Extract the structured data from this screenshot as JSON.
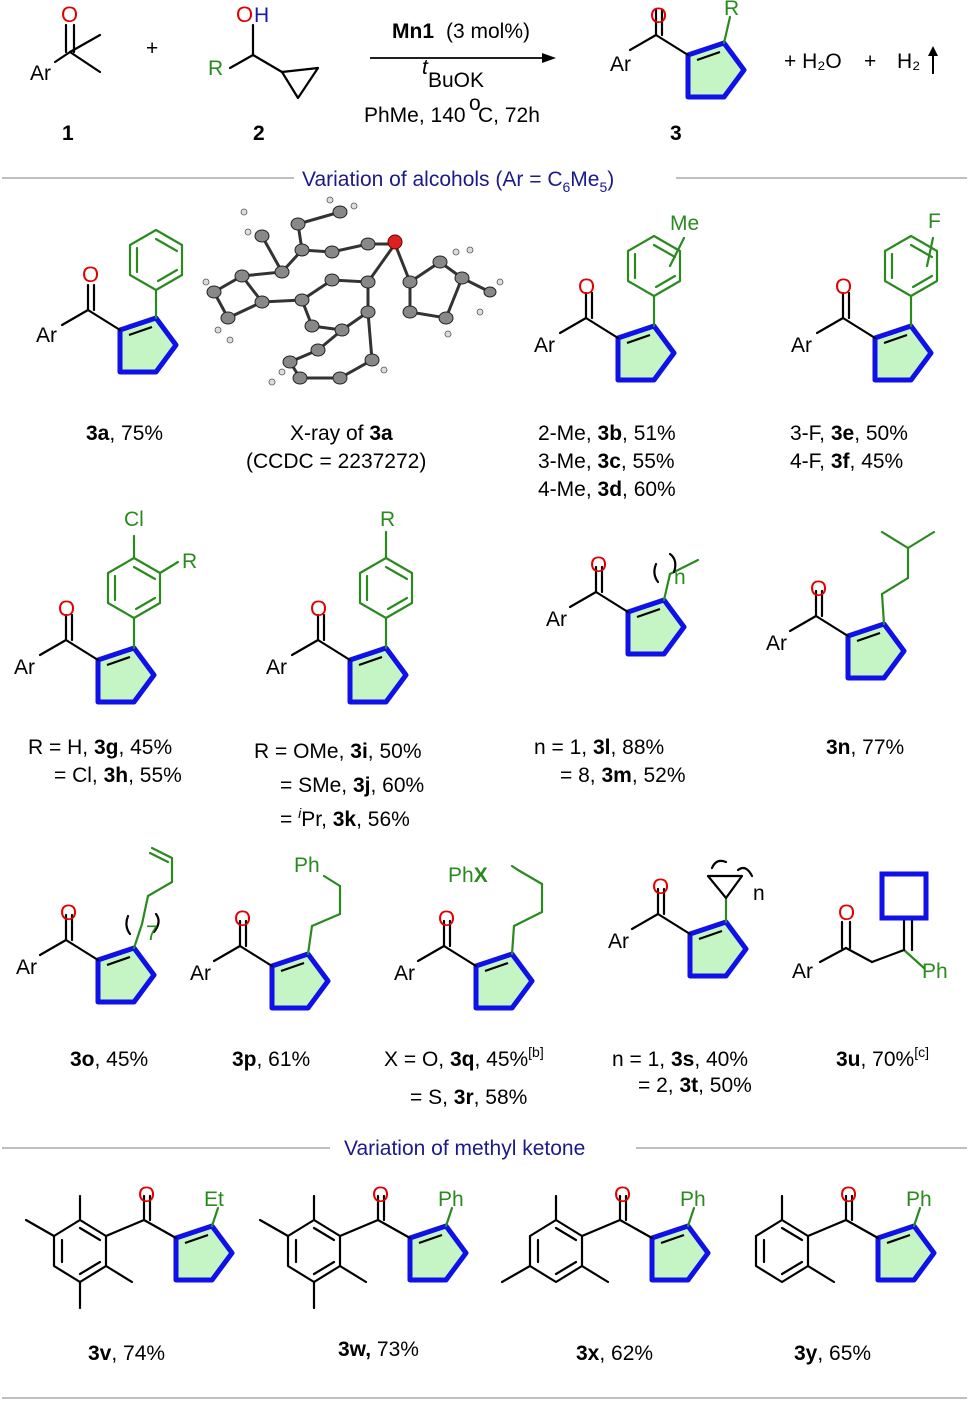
{
  "reaction": {
    "reagent_1": "1",
    "reagent_2": "2",
    "product": "3",
    "catalyst": "Mn1",
    "catalyst_loading": "(3 mol%)",
    "base_sup": "t",
    "base": "BuOK",
    "conditions": "PhMe, 140 ",
    "conditions_sup": "o",
    "conditions_end": "C, 72h",
    "plus": "+",
    "byproducts_h2o": "+ H₂O",
    "byproducts_plus": "+",
    "byproducts_h2": "H₂"
  },
  "atom_labels": {
    "ar": "Ar",
    "o": "O",
    "oh_o": "O",
    "oh_h": "H",
    "r": "R",
    "me": "Me",
    "f": "F",
    "cl": "Cl",
    "n": "n",
    "seven": "7",
    "ph": "Ph",
    "phx_ph": "Ph",
    "phx_x": "X",
    "et": "Et"
  },
  "sections": {
    "alcohols_prefix": "Variation of alcohols (Ar = C",
    "alcohols_sub1": "6",
    "alcohols_mid": "Me",
    "alcohols_sub2": "5",
    "alcohols_suffix": ")",
    "ketones": "Variation of methyl ketone"
  },
  "compounds": {
    "c3a": {
      "id": "3a",
      "yield": ", 75%"
    },
    "xray": {
      "label": "X-ray of ",
      "id": "3a",
      "ccdc": "(CCDC = 2237272)"
    },
    "c3bcd": {
      "l1_pre": "2-Me, ",
      "l1_id": "3b",
      "l1_yield": ", 51%",
      "l2_pre": "3-Me, ",
      "l2_id": "3c",
      "l2_yield": ", 55%",
      "l3_pre": "4-Me, ",
      "l3_id": "3d",
      "l3_yield": ", 60%"
    },
    "c3ef": {
      "l1_pre": "3-F, ",
      "l1_id": "3e",
      "l1_yield": ", 50%",
      "l2_pre": "4-F, ",
      "l2_id": "3f",
      "l2_yield": ", 45%"
    },
    "c3gh": {
      "l1_pre": "R = H, ",
      "l1_id": "3g",
      "l1_yield": ", 45%",
      "l2_pre": "= Cl, ",
      "l2_id": "3h",
      "l2_yield": ", 55%"
    },
    "c3ijk": {
      "l1_pre": "R = OMe, ",
      "l1_id": "3i",
      "l1_yield": ", 50%",
      "l2_pre": "= SMe, ",
      "l2_id": "3j",
      "l2_yield": ", 60%",
      "l3_pre": "= ",
      "l3_sup": "i",
      "l3_mid": "Pr, ",
      "l3_id": "3k",
      "l3_yield": ", 56%"
    },
    "c3lm": {
      "l1_pre": "n = 1, ",
      "l1_id": "3l",
      "l1_yield": ", 88%",
      "l2_pre": "= 8, ",
      "l2_id": "3m",
      "l2_yield": ", 52%"
    },
    "c3n": {
      "id": "3n",
      "yield": ", 77%"
    },
    "c3o": {
      "id": "3o",
      "yield": ", 45%"
    },
    "c3p": {
      "id": "3p",
      "yield": ", 61%"
    },
    "c3qr": {
      "l1_pre": "X = O, ",
      "l1_id": "3q",
      "l1_yield": ", 45%",
      "l1_sup": "[b]",
      "l2_pre": "= S, ",
      "l2_id": "3r",
      "l2_yield": ", 58%"
    },
    "c3st": {
      "l1_pre": "n = 1, ",
      "l1_id": "3s",
      "l1_yield": ", 40%",
      "l2_pre": "= 2, ",
      "l2_id": "3t",
      "l2_yield": ", 50%"
    },
    "c3u": {
      "id": "3u",
      "yield": ", 70%",
      "sup": "[c]"
    },
    "c3v": {
      "id": "3v",
      "yield": ", 74%"
    },
    "c3w": {
      "id": "3w,",
      "yield": " 73%"
    },
    "c3x": {
      "id": "3x",
      "yield": ", 62%"
    },
    "c3y": {
      "id": "3y",
      "yield": ", 65%"
    }
  },
  "colors": {
    "ring_stroke": "#1010e8",
    "ring_fill": "#c5f5c5",
    "substituent": "#2a8a20",
    "oxygen": "#e00000",
    "catalyst": "#7a0f3a",
    "section_title": "#1a1a8a",
    "hydroxyl_h": "#1a1aa8"
  }
}
